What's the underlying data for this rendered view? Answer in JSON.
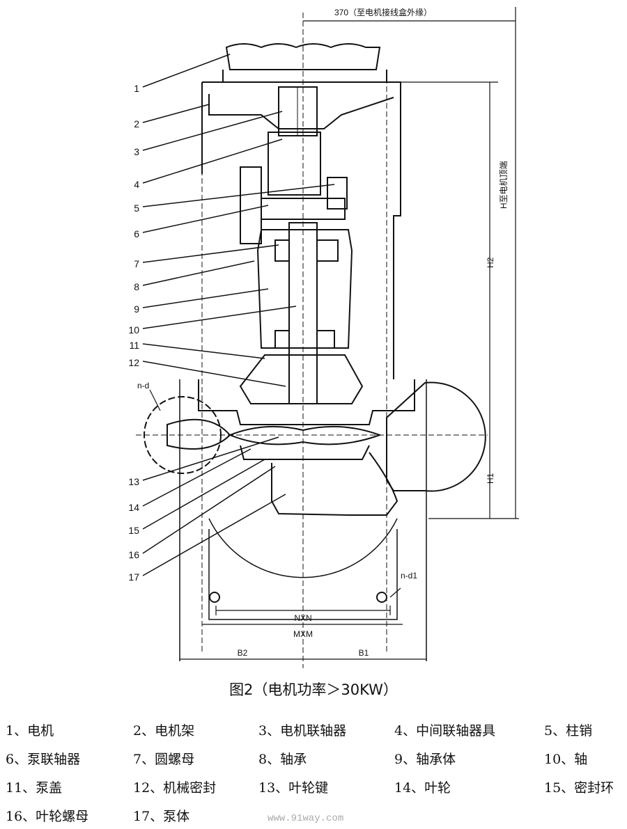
{
  "diagram": {
    "top_dimension": "370（至电机接线盒外缘）",
    "height_dimension": "H至电机顶端",
    "h2": "H2",
    "h1": "H1",
    "nd": "n-d",
    "nd1": "n-d1",
    "nxn": "NXN",
    "mxm": "MXM",
    "b2": "B2",
    "b1": "B1",
    "part_numbers": [
      "1",
      "2",
      "3",
      "4",
      "5",
      "6",
      "7",
      "8",
      "9",
      "10",
      "11",
      "12",
      "13",
      "14",
      "15",
      "16",
      "17"
    ]
  },
  "caption": "图2（电机功率＞30KW）",
  "legend": [
    "1、电机",
    "2、电机架",
    "3、电机联轴器",
    "4、中间联轴器具",
    "5、柱销",
    "6、泵联轴器",
    "7、圆螺母",
    "8、轴承",
    "9、轴承体",
    "10、轴",
    "11、泵盖",
    "12、机械密封",
    "13、叶轮键",
    "14、叶轮",
    "15、密封环",
    "16、叶轮螺母",
    "17、泵体"
  ],
  "watermark": "www.91way.com"
}
